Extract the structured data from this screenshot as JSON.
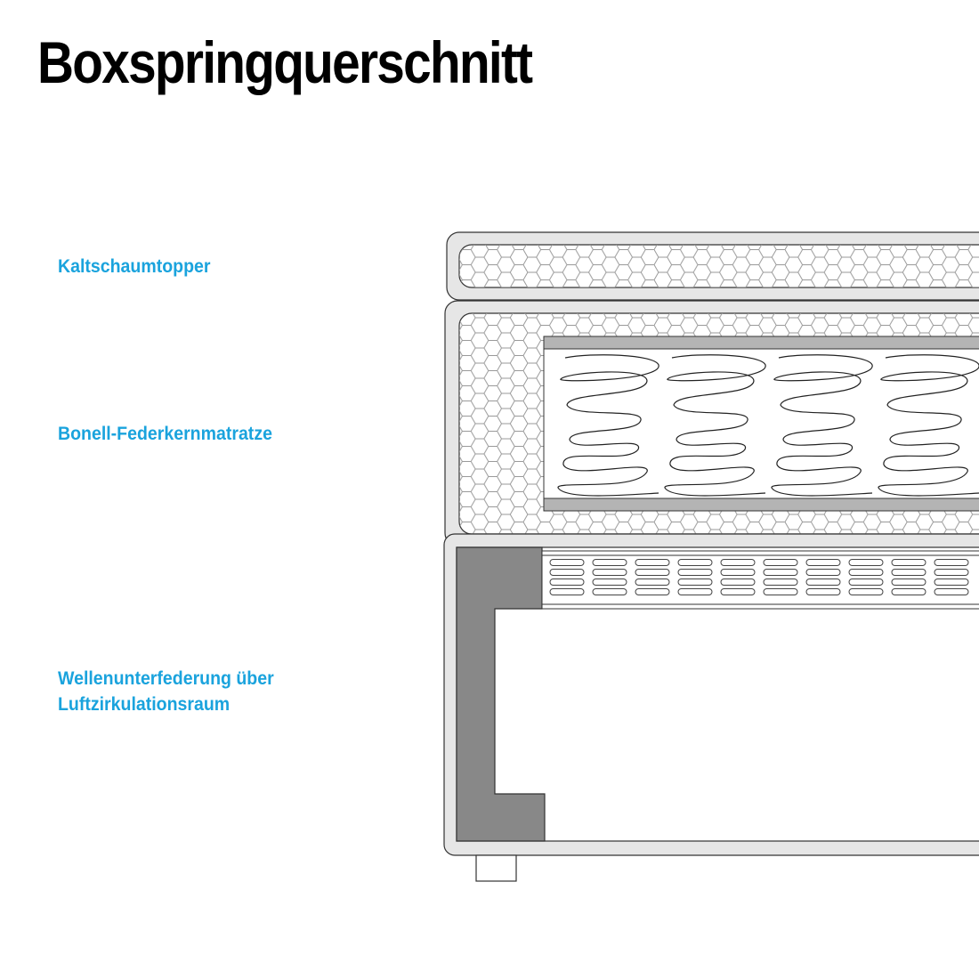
{
  "title": "Boxspringquerschnitt",
  "labels": {
    "topper": "Kaltschaumtopper",
    "mattress": "Bonell-Federkernmatratze",
    "base_line1": "Wellenunterfederung über",
    "base_line2": "Luftzirkulationsraum"
  },
  "colors": {
    "label": "#1aa3dd",
    "outline": "#333333",
    "shell": "#e6e6e6",
    "frame": "#888888",
    "band": "#b4b4b4"
  },
  "icons": {
    "foam": "hexagon-pattern",
    "spring": "coil-spring",
    "wave": "wave-spring"
  }
}
